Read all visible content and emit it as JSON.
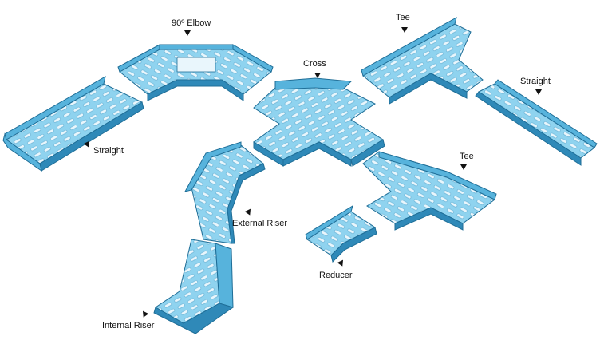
{
  "colors": {
    "tray_top": "#8fd3ef",
    "tray_side": "#57b3dc",
    "tray_dark": "#2f89b8",
    "slot": "#e9f6fc",
    "outline": "#1f6e97",
    "label": "#111111",
    "background": "#ffffff"
  },
  "labels": {
    "elbow": "90º Elbow",
    "cross": "Cross",
    "tee_top": "Tee",
    "straight_right": "Straight",
    "straight_left": "Straight",
    "tee_mid": "Tee",
    "external_riser": "External Riser",
    "reducer": "Reducer",
    "internal_riser": "Internal Riser"
  }
}
